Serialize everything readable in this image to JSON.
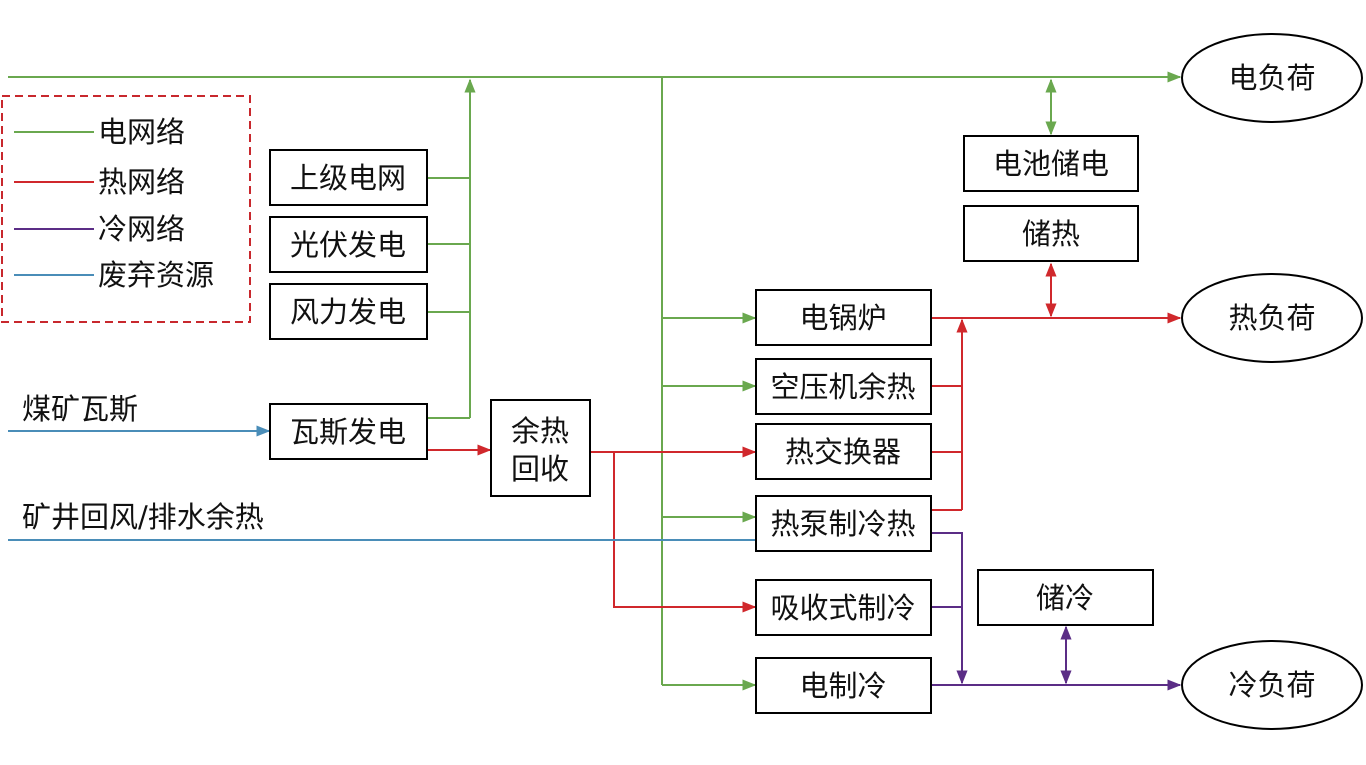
{
  "colors": {
    "electric": "#6aa84f",
    "heat": "#d0282c",
    "cold": "#5b2d86",
    "waste": "#4a8db8"
  },
  "legend": {
    "electric": "电网络",
    "heat": "热网络",
    "cold": "冷网络",
    "waste": "废弃资源"
  },
  "inputs": {
    "gas": "煤矿瓦斯",
    "mine_air": "矿井回风/排水余热"
  },
  "nodes": {
    "grid": "上级电网",
    "pv": "光伏发电",
    "wind": "风力发电",
    "gas_gen": "瓦斯发电",
    "waste_heat_1": "余热",
    "waste_heat_2": "回收",
    "e_boiler": "电锅炉",
    "air_comp": "空压机余热",
    "heat_ex": "热交换器",
    "heat_pump": "热泵制冷热",
    "absorption": "吸收式制冷",
    "e_chiller": "电制冷",
    "battery": "电池储电",
    "heat_store": "储热",
    "cold_store": "储冷"
  },
  "loads": {
    "electric": "电负荷",
    "heat": "热负荷",
    "cold": "冷负荷"
  }
}
